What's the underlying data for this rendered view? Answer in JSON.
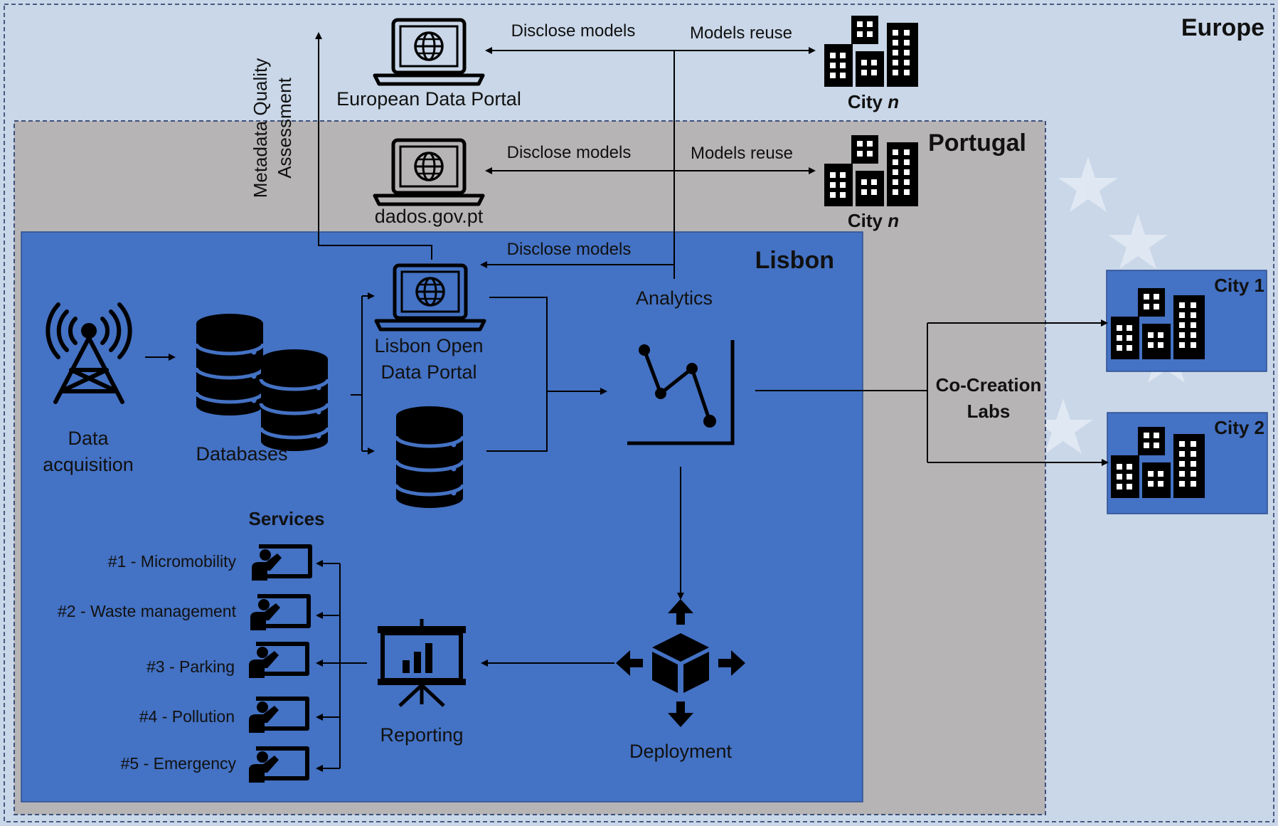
{
  "regions": {
    "europe": "Europe",
    "portugal": "Portugal",
    "lisbon": "Lisbon"
  },
  "portals": {
    "european": "European Data Portal",
    "national": "dados.gov.pt",
    "lisbon_line1": "Lisbon Open",
    "lisbon_line2": "Data Portal"
  },
  "arrows": {
    "disclose_models": "Disclose models",
    "models_reuse": "Models reuse",
    "metadata_line1": "Metadata Quality",
    "metadata_line2": "Assessment"
  },
  "cities": {
    "city_prefix": "City",
    "city_n_suffix": "n",
    "city1": "City 1",
    "city2": "City 2"
  },
  "pipeline": {
    "data_acquisition_line1": "Data",
    "data_acquisition_line2": "acquisition",
    "databases": "Databases",
    "analytics": "Analytics",
    "deployment": "Deployment",
    "reporting": "Reporting",
    "cocreation_line1": "Co-Creation",
    "cocreation_line2": "Labs"
  },
  "services": {
    "title": "Services",
    "items": [
      "#1 - Micromobility",
      "#2 - Waste management",
      "#3 - Parking",
      "#4 - Pollution",
      "#5 - Emergency"
    ]
  },
  "colors": {
    "europe_bg": "#c9d7e8",
    "portugal_bg": "#b7b4b6",
    "lisbon_blue": "#4472c4",
    "border_dash": "#4a5a80",
    "icon": "#000000"
  }
}
